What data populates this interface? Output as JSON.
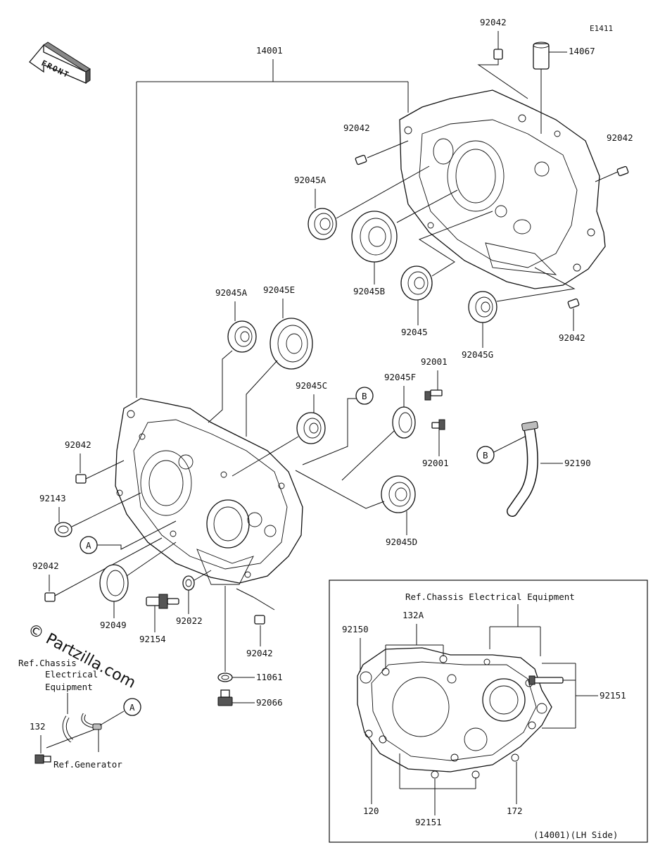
{
  "diagram_code": "E1411",
  "front_arrow_text": "FRONT",
  "watermark": "© Partzilla.com",
  "callout_letters": {
    "a": "A",
    "b": "B"
  },
  "labels": {
    "p14001": "14001",
    "p14067": "14067",
    "p92042_top": "92042",
    "p92042_mid": "92042",
    "p92042_right": "92042",
    "p92042_lowr": "92042",
    "p92042_left": "92042",
    "p92042_left2": "92042",
    "p92042_bot": "92042",
    "p92045A_top": "92045A",
    "p92045B": "92045B",
    "p92045": "92045",
    "p92045G": "92045G",
    "p92045A_mid": "92045A",
    "p92045E": "92045E",
    "p92045C": "92045C",
    "p92045F": "92045F",
    "p92045D": "92045D",
    "p92001_top": "92001",
    "p92001_bot": "92001",
    "p92190": "92190",
    "p92143": "92143",
    "p92049": "92049",
    "p92154": "92154",
    "p92022": "92022",
    "p11061": "11061",
    "p92066": "92066",
    "p132": "132",
    "ref_chassis_1": "Ref.Chassis",
    "ref_chassis_2": "Electrical",
    "ref_chassis_3": "Equipment",
    "ref_generator": "Ref.Generator"
  },
  "inset": {
    "ref_text": "Ref.Chassis Electrical Equipment",
    "p92150": "92150",
    "p132A": "132A",
    "p92151_right": "92151",
    "p92151_bot": "92151",
    "p120": "120",
    "p172": "172",
    "caption": "(14001)(LH Side)"
  }
}
